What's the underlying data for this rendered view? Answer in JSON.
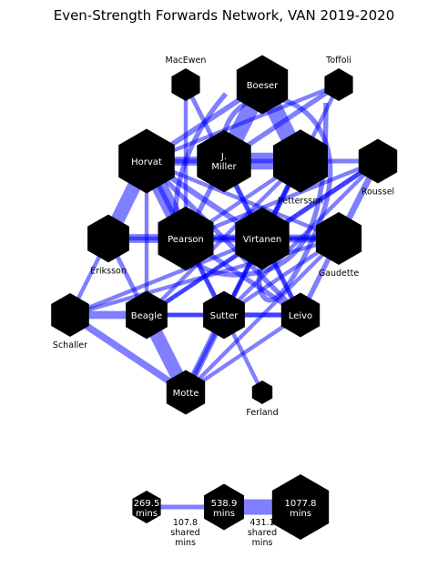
{
  "title": "Even-Strength Forwards Network, VAN 2019-2020",
  "colors": {
    "edge": "#0000ff",
    "node": "#000000",
    "inner_label": "#ffffff",
    "outer_label": "#000000"
  },
  "network": {
    "nodes": [
      {
        "id": "boeser",
        "label": "Boeser",
        "mins": 880,
        "label_pos": "inside"
      },
      {
        "id": "macewen",
        "label": "MacEwen",
        "mins": 270,
        "label_pos": "above"
      },
      {
        "id": "toffoli",
        "label": "Toffoli",
        "mins": 270,
        "label_pos": "above"
      },
      {
        "id": "horvat",
        "label": "Horvat",
        "mins": 1050,
        "label_pos": "inside"
      },
      {
        "id": "miller",
        "label": "J.\nMiller",
        "mins": 980,
        "label_pos": "inside"
      },
      {
        "id": "pettersson",
        "label": "Pettersson",
        "mins": 1000,
        "label_pos": "below"
      },
      {
        "id": "roussel",
        "label": "Roussel",
        "mins": 500,
        "label_pos": "below"
      },
      {
        "id": "eriksson",
        "label": "Eriksson",
        "mins": 580,
        "label_pos": "below"
      },
      {
        "id": "pearson",
        "label": "Pearson",
        "mins": 1030,
        "label_pos": "inside"
      },
      {
        "id": "virtanen",
        "label": "Virtanen",
        "mins": 980,
        "label_pos": "inside"
      },
      {
        "id": "gaudette",
        "label": "Gaudette",
        "mins": 700,
        "label_pos": "below"
      },
      {
        "id": "schaller",
        "label": "Schaller",
        "mins": 480,
        "label_pos": "below"
      },
      {
        "id": "beagle",
        "label": "Beagle",
        "mins": 580,
        "label_pos": "inside"
      },
      {
        "id": "sutter",
        "label": "Sutter",
        "mins": 580,
        "label_pos": "inside"
      },
      {
        "id": "leivo",
        "label": "Leivo",
        "mins": 500,
        "label_pos": "inside"
      },
      {
        "id": "motte",
        "label": "Motte",
        "mins": 500,
        "label_pos": "inside"
      },
      {
        "id": "ferland",
        "label": "Ferland",
        "mins": 140,
        "label_pos": "below"
      }
    ],
    "edges": [
      {
        "source": "boeser",
        "target": "miller",
        "shared_mins": 420
      },
      {
        "source": "boeser",
        "target": "pettersson",
        "shared_mins": 440
      },
      {
        "source": "miller",
        "target": "pettersson",
        "shared_mins": 430
      },
      {
        "source": "horvat",
        "target": "miller",
        "shared_mins": 200
      },
      {
        "source": "horvat",
        "target": "boeser",
        "shared_mins": 70
      },
      {
        "source": "horvat",
        "target": "eriksson",
        "shared_mins": 260
      },
      {
        "source": "horvat",
        "target": "pearson",
        "shared_mins": 380
      },
      {
        "source": "horvat",
        "target": "virtanen",
        "shared_mins": 80
      },
      {
        "source": "horvat",
        "target": "sutter",
        "shared_mins": 60
      },
      {
        "source": "horvat",
        "target": "leivo",
        "shared_mins": 60
      },
      {
        "source": "horvat",
        "target": "gaudette",
        "shared_mins": 40
      },
      {
        "source": "horvat",
        "target": "beagle",
        "shared_mins": 40
      },
      {
        "source": "horvat",
        "target": "toffoli",
        "shared_mins": 40
      },
      {
        "source": "horvat",
        "target": "roussel",
        "shared_mins": 50
      },
      {
        "source": "pearson",
        "target": "eriksson",
        "shared_mins": 200
      },
      {
        "source": "pearson",
        "target": "virtanen",
        "shared_mins": 160
      },
      {
        "source": "pearson",
        "target": "miller",
        "shared_mins": 60
      },
      {
        "source": "pearson",
        "target": "leivo",
        "shared_mins": 60
      },
      {
        "source": "pearson",
        "target": "sutter",
        "shared_mins": 40
      },
      {
        "source": "pearson",
        "target": "gaudette",
        "shared_mins": 40
      },
      {
        "source": "pearson",
        "target": "roussel",
        "shared_mins": 40
      },
      {
        "source": "pearson",
        "target": "pettersson",
        "shared_mins": 40
      },
      {
        "source": "pearson",
        "target": "macewen",
        "shared_mins": 40
      },
      {
        "source": "virtanen",
        "target": "gaudette",
        "shared_mins": 160
      },
      {
        "source": "virtanen",
        "target": "miller",
        "shared_mins": 70
      },
      {
        "source": "virtanen",
        "target": "pettersson",
        "shared_mins": 80
      },
      {
        "source": "virtanen",
        "target": "roussel",
        "shared_mins": 60
      },
      {
        "source": "virtanen",
        "target": "sutter",
        "shared_mins": 60
      },
      {
        "source": "virtanen",
        "target": "leivo",
        "shared_mins": 60
      },
      {
        "source": "virtanen",
        "target": "beagle",
        "shared_mins": 40
      },
      {
        "source": "virtanen",
        "target": "schaller",
        "shared_mins": 40
      },
      {
        "source": "virtanen",
        "target": "motte",
        "shared_mins": 40
      },
      {
        "source": "virtanen",
        "target": "toffoli",
        "shared_mins": 40
      },
      {
        "source": "miller",
        "target": "macewen",
        "shared_mins": 50
      },
      {
        "source": "miller",
        "target": "toffoli",
        "shared_mins": 60
      },
      {
        "source": "miller",
        "target": "leivo",
        "shared_mins": 40
      },
      {
        "source": "pettersson",
        "target": "sutter",
        "shared_mins": 40
      },
      {
        "source": "pettersson",
        "target": "beagle",
        "shared_mins": 40
      },
      {
        "source": "roussel",
        "target": "gaudette",
        "shared_mins": 100
      },
      {
        "source": "roussel",
        "target": "beagle",
        "shared_mins": 50
      },
      {
        "source": "roussel",
        "target": "sutter",
        "shared_mins": 40
      },
      {
        "source": "gaudette",
        "target": "leivo",
        "shared_mins": 60
      },
      {
        "source": "gaudette",
        "target": "sutter",
        "shared_mins": 40
      },
      {
        "source": "gaudette",
        "target": "eriksson",
        "shared_mins": 40
      },
      {
        "source": "gaudette",
        "target": "schaller",
        "shared_mins": 40
      },
      {
        "source": "gaudette",
        "target": "motte",
        "shared_mins": 40
      },
      {
        "source": "eriksson",
        "target": "beagle",
        "shared_mins": 50
      },
      {
        "source": "eriksson",
        "target": "schaller",
        "shared_mins": 40
      },
      {
        "source": "schaller",
        "target": "beagle",
        "shared_mins": 160
      },
      {
        "source": "schaller",
        "target": "motte",
        "shared_mins": 120
      },
      {
        "source": "beagle",
        "target": "motte",
        "shared_mins": 260
      },
      {
        "source": "beagle",
        "target": "sutter",
        "shared_mins": 50
      },
      {
        "source": "sutter",
        "target": "leivo",
        "shared_mins": 60
      },
      {
        "source": "sutter",
        "target": "motte",
        "shared_mins": 140
      },
      {
        "source": "sutter",
        "target": "ferland",
        "shared_mins": 40
      },
      {
        "source": "leivo",
        "target": "motte",
        "shared_mins": 40
      },
      {
        "source": "beagle",
        "target": "leivo",
        "shared_mins": 40
      }
    ],
    "arc_edges": [
      {
        "source": "miller",
        "target": "virtanen",
        "shared_mins": 60
      },
      {
        "source": "boeser",
        "target": "virtanen",
        "shared_mins": 60
      }
    ]
  },
  "legend": {
    "nodes": [
      {
        "id": "l_small",
        "label_lines": [
          "269.5",
          "mins"
        ],
        "mins": 269.5
      },
      {
        "id": "l_mid",
        "label_lines": [
          "538.9",
          "mins"
        ],
        "mins": 538.9
      },
      {
        "id": "l_big",
        "label_lines": [
          "1077.8",
          "mins"
        ],
        "mins": 1077.8
      }
    ],
    "edges": [
      {
        "source": "l_small",
        "target": "l_mid",
        "shared_mins": 107.8,
        "label_lines": [
          "107.8",
          "shared",
          "mins"
        ]
      },
      {
        "source": "l_mid",
        "target": "l_big",
        "shared_mins": 431.1,
        "label_lines": [
          "431.1",
          "shared",
          "mins"
        ]
      }
    ]
  }
}
